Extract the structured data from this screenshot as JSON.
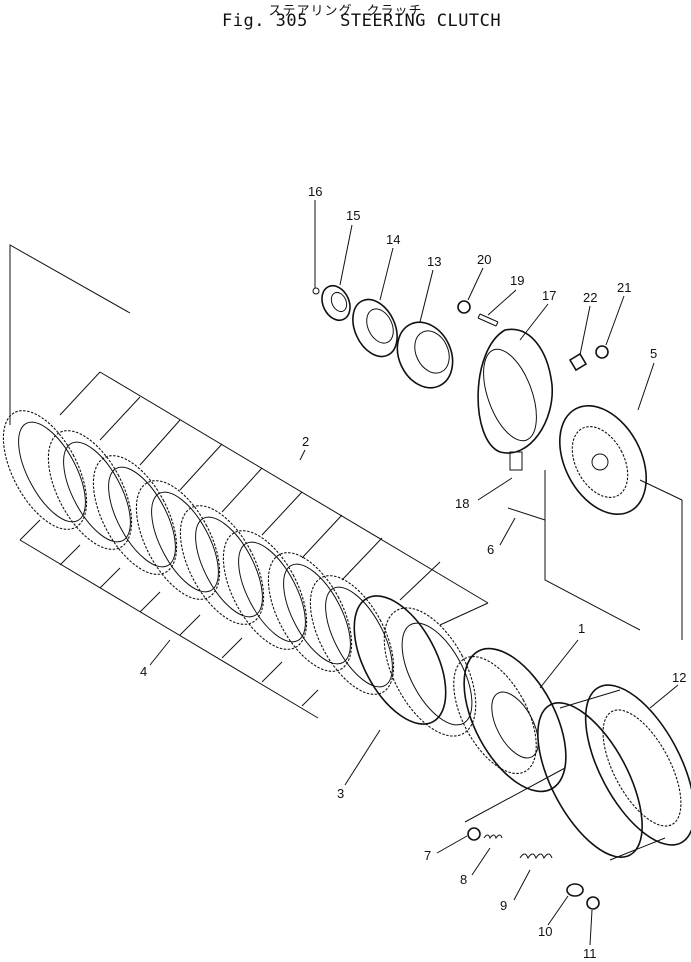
{
  "title": {
    "japanese": "ステアリング　クラッチ",
    "fig": "Fig. 305",
    "english": "STEERING CLUTCH"
  },
  "callouts": [
    {
      "id": "1",
      "label": "1"
    },
    {
      "id": "2",
      "label": "2"
    },
    {
      "id": "3",
      "label": "3"
    },
    {
      "id": "4",
      "label": "4"
    },
    {
      "id": "5",
      "label": "5"
    },
    {
      "id": "6",
      "label": "6"
    },
    {
      "id": "7",
      "label": "7"
    },
    {
      "id": "8",
      "label": "8"
    },
    {
      "id": "9",
      "label": "9"
    },
    {
      "id": "10",
      "label": "10"
    },
    {
      "id": "11",
      "label": "11"
    },
    {
      "id": "12",
      "label": "12"
    },
    {
      "id": "13",
      "label": "13"
    },
    {
      "id": "14",
      "label": "14"
    },
    {
      "id": "15",
      "label": "15"
    },
    {
      "id": "16",
      "label": "16"
    },
    {
      "id": "17",
      "label": "17"
    },
    {
      "id": "18",
      "label": "18"
    },
    {
      "id": "19",
      "label": "19"
    },
    {
      "id": "20",
      "label": "20"
    },
    {
      "id": "21",
      "label": "21"
    },
    {
      "id": "22",
      "label": "22"
    }
  ]
}
